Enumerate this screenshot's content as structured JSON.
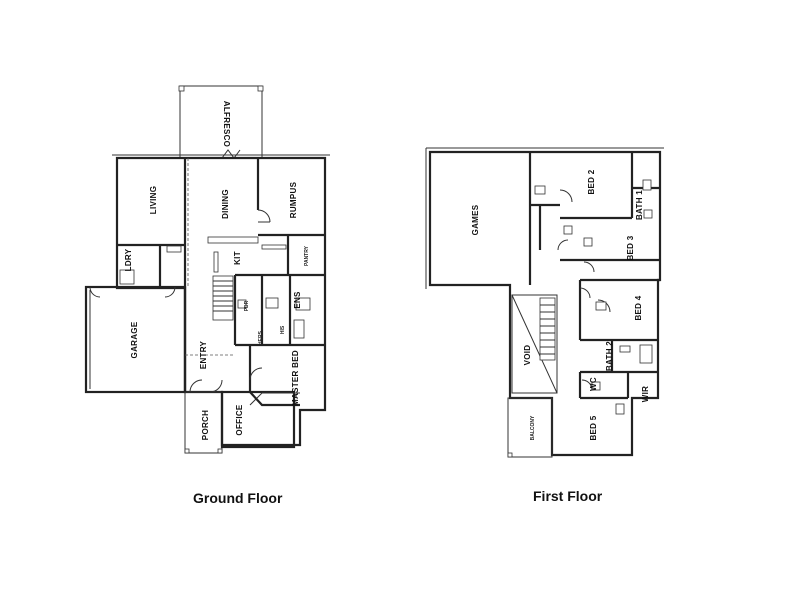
{
  "captions": {
    "ground": "Ground Floor",
    "first": "First Floor"
  },
  "ground_floor": {
    "alfresco": "ALFRESCO",
    "living": "LIVING",
    "dining": "DINING",
    "rumpus": "RUMPUS",
    "ldry": "LDRY",
    "kit": "KIT",
    "pantry": "PANTRY",
    "garage": "GARAGE",
    "pdr": "PDR",
    "ens": "ENS",
    "his": "HIS",
    "hers": "HERS",
    "entry": "ENTRY",
    "master_bed": "MASTER BED",
    "porch": "PORCH",
    "office": "OFFICE"
  },
  "first_floor": {
    "games": "GAMES",
    "bed2": "BED 2",
    "bath1": "BATH 1",
    "bed3": "BED 3",
    "bed4": "BED 4",
    "void": "VOID",
    "bath2": "BATH 2",
    "wc": "WC",
    "wir": "WIR",
    "balcony": "BALCONY",
    "bed5": "BED 5"
  }
}
